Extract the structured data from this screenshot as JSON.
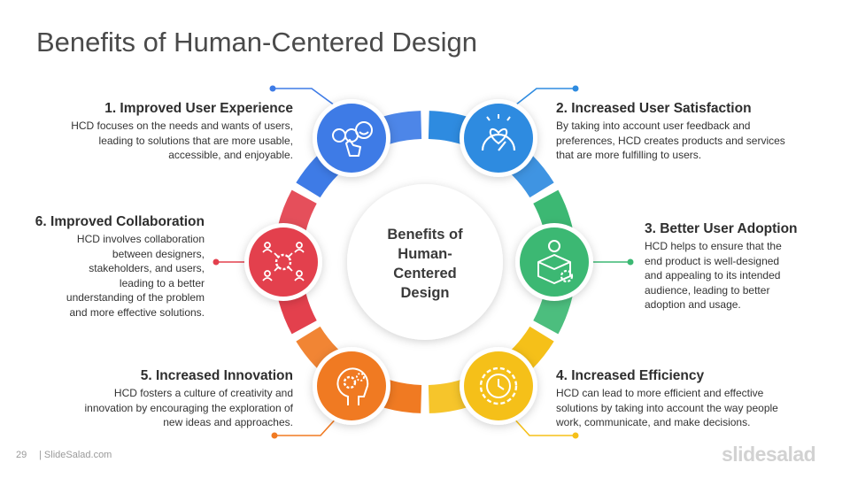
{
  "slide": {
    "title": "Benefits of Human-Centered Design",
    "center_label_lines": [
      "Benefits of",
      "Human-",
      "Centered",
      "Design"
    ],
    "page_number": "29",
    "site": "| SlideSalad.com",
    "brand": "slidesalad"
  },
  "colors": {
    "blue": "#3E7BE6",
    "sky": "#2E8BE0",
    "green": "#3CB873",
    "yellow": "#F5C019",
    "orange": "#F07A22",
    "red": "#E3404D"
  },
  "benefits": [
    {
      "title": "1. Improved User Experience",
      "lines": [
        "HCD focuses on the needs and wants of users,",
        "leading to solutions that are more usable,",
        "accessible, and enjoyable."
      ],
      "color": "#3E7BE6",
      "icon": "emoji-faces-hand-icon"
    },
    {
      "title": "2. Increased User Satisfaction",
      "lines": [
        "By taking into account user feedback and",
        "preferences, HCD creates products and services",
        "that are more fulfilling to users."
      ],
      "color": "#2E8BE0",
      "icon": "satisfaction-gauge-icon"
    },
    {
      "title": "3. Better User Adoption",
      "lines": [
        "HCD helps to ensure that the",
        "end product is well-designed",
        "and appealing to its intended",
        "audience, leading to better",
        "adoption and usage."
      ],
      "color": "#3CB873",
      "icon": "box-lightbulb-gear-icon"
    },
    {
      "title": "4. Increased Efficiency",
      "lines": [
        "HCD can lead to more efficient and effective",
        "solutions by taking into account the way people",
        "work, communicate, and make decisions."
      ],
      "color": "#F5C019",
      "icon": "clock-gear-icon"
    },
    {
      "title": "5. Increased Innovation",
      "lines": [
        "HCD fosters a culture of creativity and",
        "innovation by encouraging the exploration of",
        "new ideas and approaches."
      ],
      "color": "#F07A22",
      "icon": "head-gears-icon"
    },
    {
      "title": "6. Improved Collaboration",
      "lines": [
        "HCD involves collaboration",
        "between designers,",
        "stakeholders, and users,",
        "leading to a better",
        "understanding of the problem",
        "and more effective solutions."
      ],
      "color": "#E3404D",
      "icon": "team-gear-icon"
    }
  ]
}
